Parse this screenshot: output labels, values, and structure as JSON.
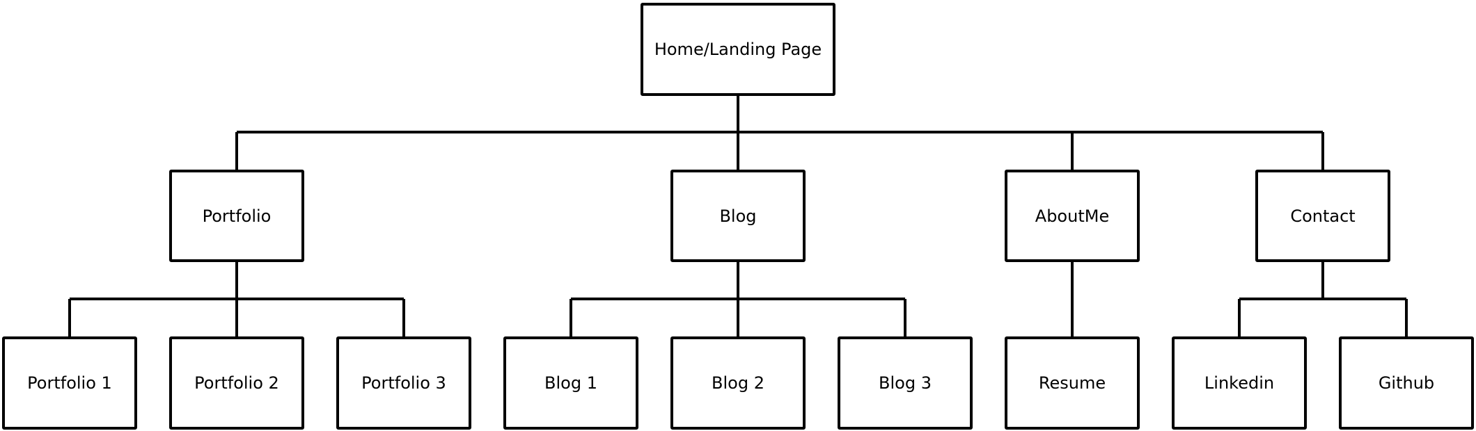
{
  "diagram": {
    "root": {
      "label": "Home/Landing Page"
    },
    "sections": [
      {
        "label": "Portfolio",
        "children": [
          "Portfolio 1",
          "Portfolio 2",
          "Portfolio 3"
        ]
      },
      {
        "label": "Blog",
        "children": [
          "Blog 1",
          "Blog 2",
          "Blog 3"
        ]
      },
      {
        "label": "AboutMe",
        "children": [
          "Resume"
        ]
      },
      {
        "label": "Contact",
        "children": [
          "Linkedin",
          "Github"
        ]
      }
    ],
    "colors": {
      "stroke": "#000000",
      "fill": "#ffffff",
      "text": "#000000"
    }
  }
}
